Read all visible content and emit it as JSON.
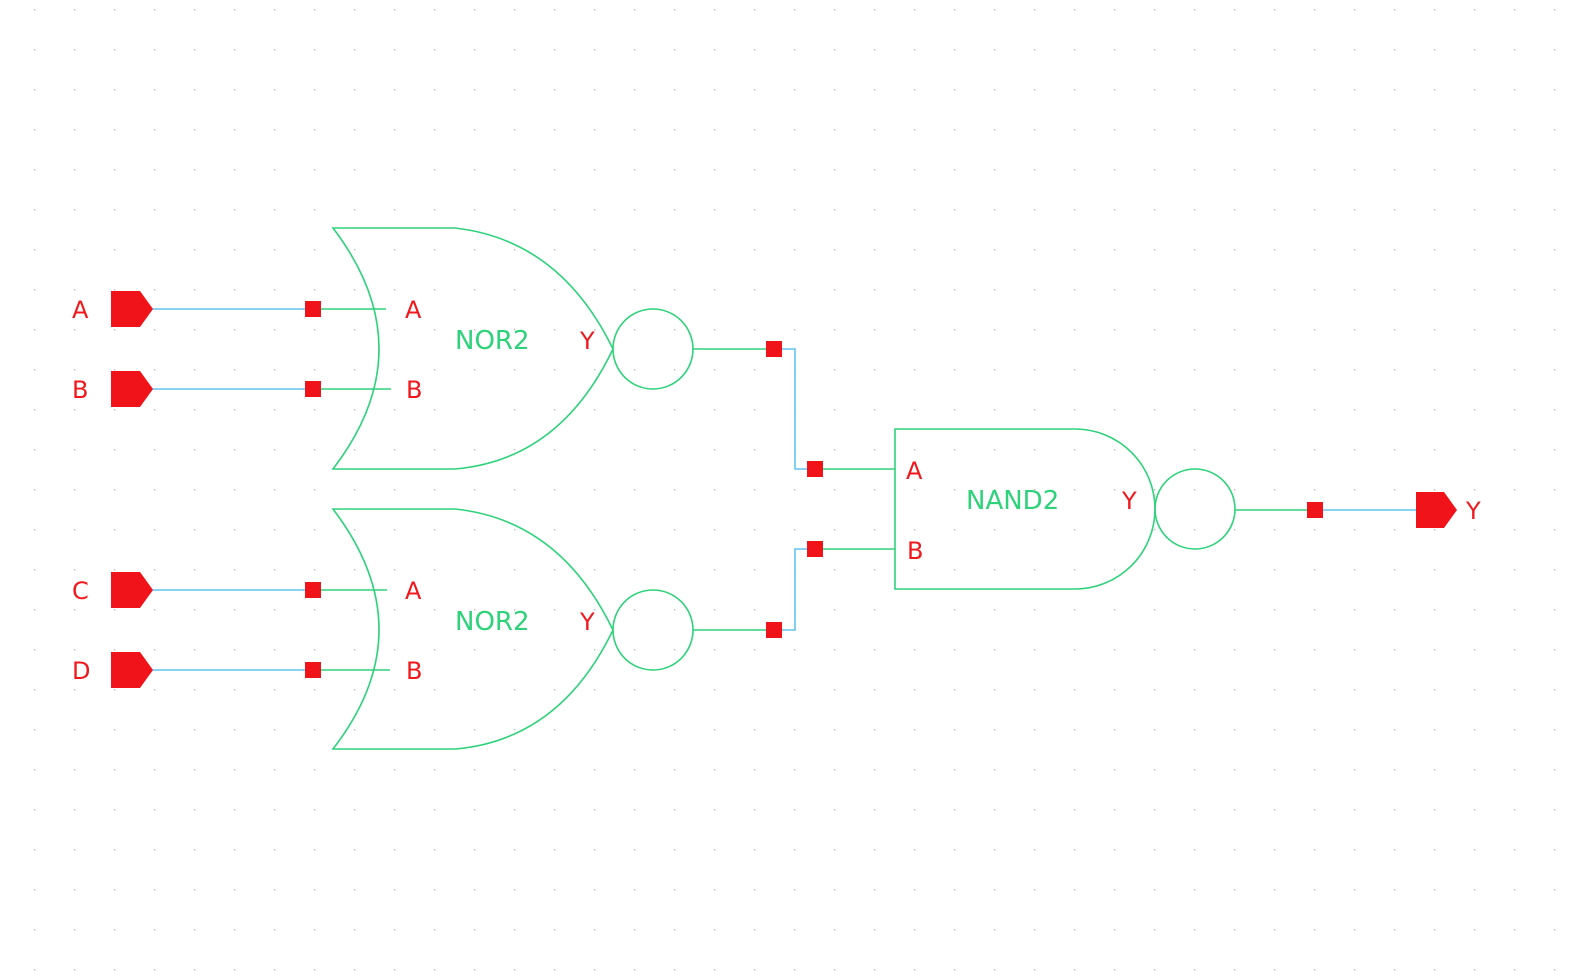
{
  "colors": {
    "background": "#ffffff",
    "grid_dot": "#b8b8b8",
    "wire": "#62c3f0",
    "gate": "#2ed27a",
    "pin": "#f0141a"
  },
  "inputs": {
    "a": "A",
    "b": "B",
    "c": "C",
    "d": "D"
  },
  "output": {
    "y": "Y"
  },
  "gates": {
    "nor_top": {
      "name": "NOR2",
      "pin_a": "A",
      "pin_b": "B",
      "pin_y": "Y"
    },
    "nor_bottom": {
      "name": "NOR2",
      "pin_a": "A",
      "pin_b": "B",
      "pin_y": "Y"
    },
    "nand": {
      "name": "NAND2",
      "pin_a": "A",
      "pin_b": "B",
      "pin_y": "Y"
    }
  }
}
